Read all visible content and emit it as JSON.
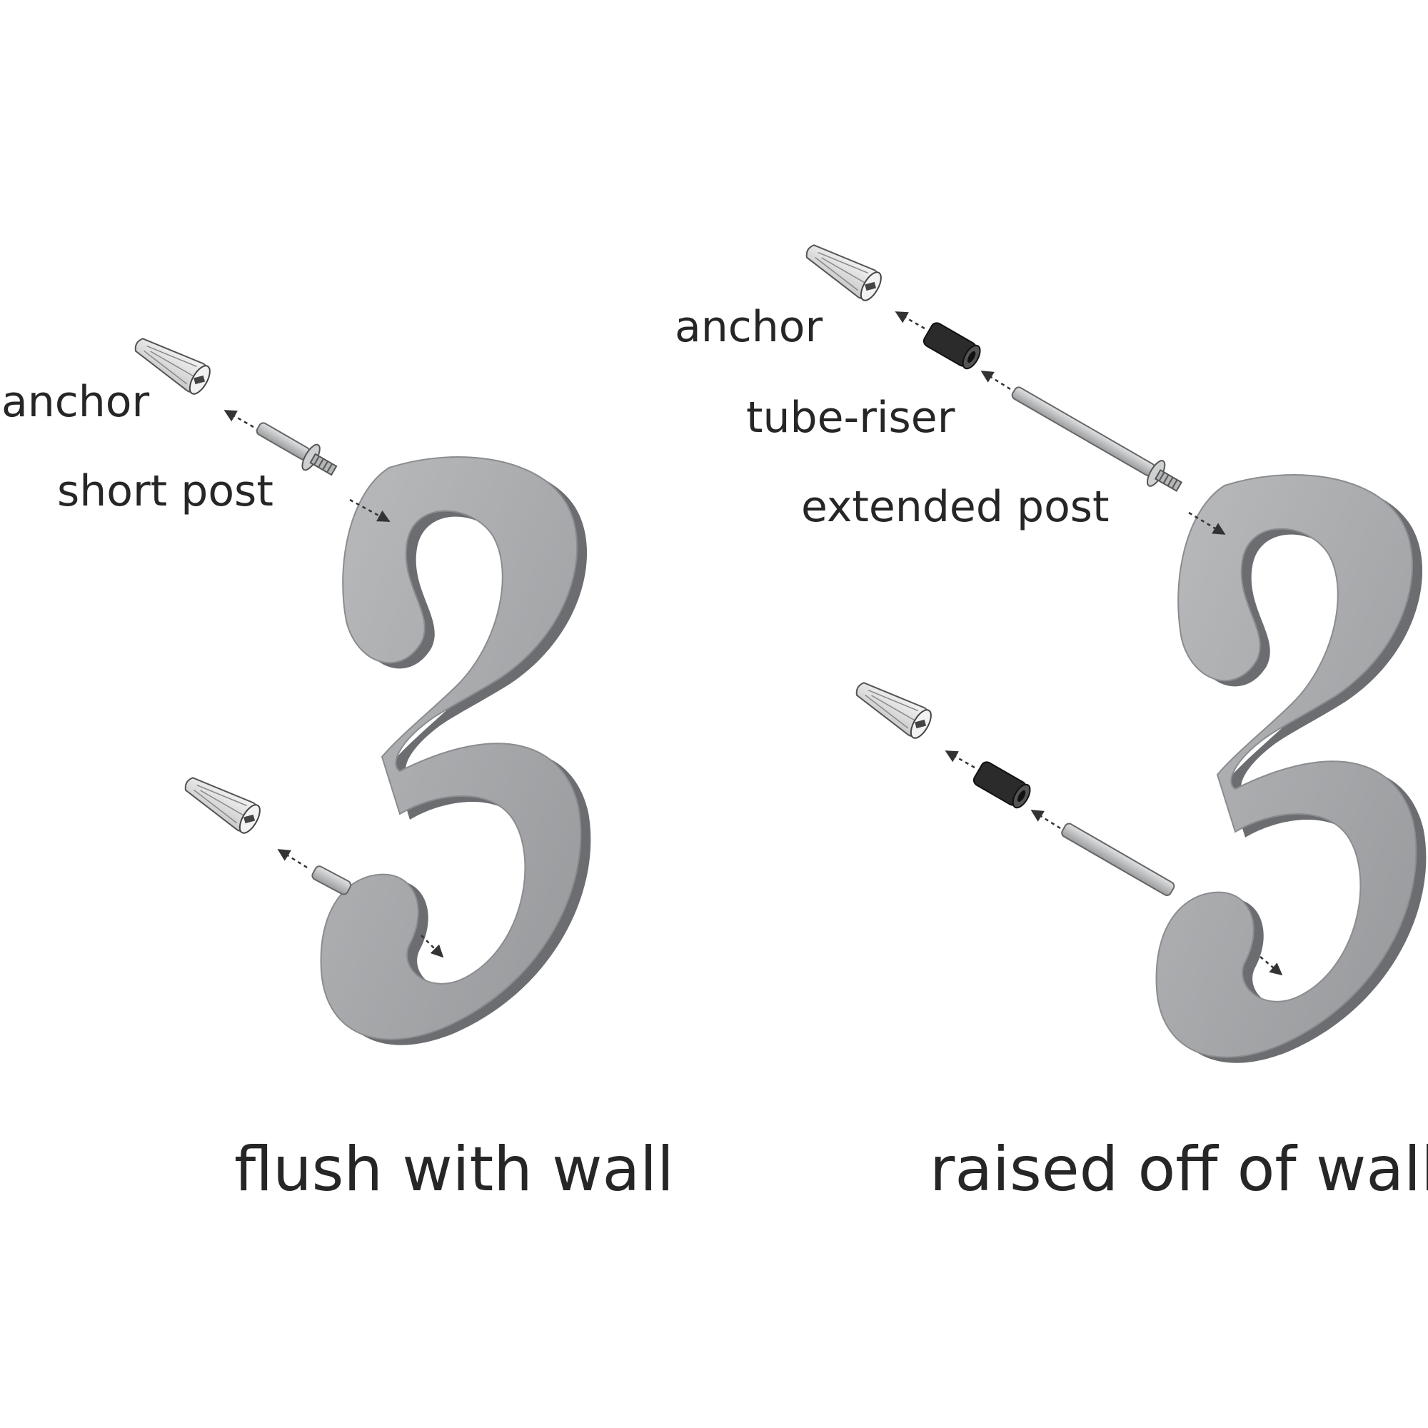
{
  "left_assembly": {
    "anchor_label": "anchor",
    "post_label": "short post",
    "caption": "flush with wall",
    "numeral": "3"
  },
  "right_assembly": {
    "anchor_label": "anchor",
    "riser_label": "tube-riser",
    "post_label": "extended post",
    "caption": "raised off of wall",
    "numeral": "3"
  },
  "colors": {
    "numeral_face": "#a9abad",
    "numeral_side": "#6b6d70",
    "tube_riser": "#2b2b2b",
    "anchor": "#e6e6e6",
    "text": "#262626"
  }
}
